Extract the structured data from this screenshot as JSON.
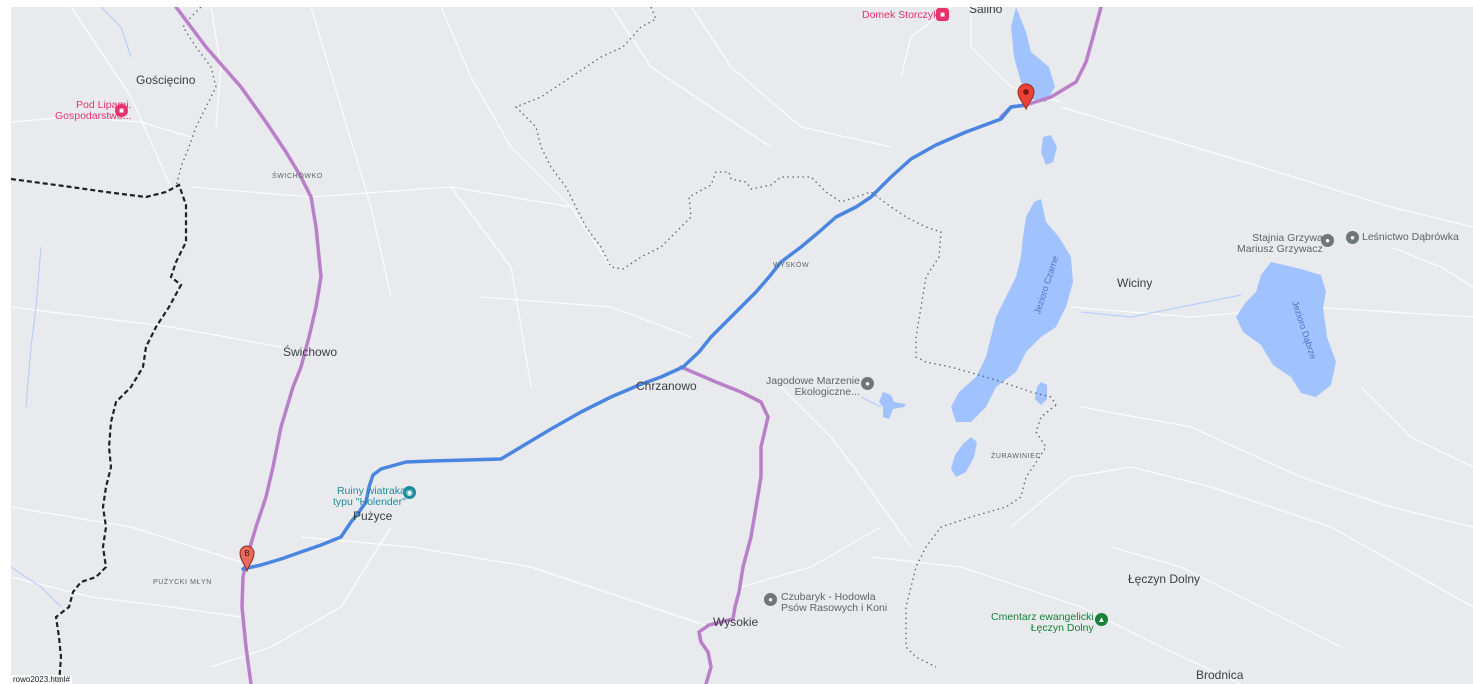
{
  "labels": {
    "goscięcino": "Gościęcino",
    "swichowko": "ŚWICHÓWKO",
    "swichowo": "Świchowo",
    "chrzanowo": "Chrzanowo",
    "puzyce": "Pużyce",
    "puzycki_mlyn": "PUŻYCKI MŁYN",
    "wyskow": "WYSKÓW",
    "salino": "Salino",
    "wiciny": "Wiciny",
    "zurawiniec": "ŻURAWINIEC",
    "leczyn_dolny": "Łęczyn Dolny",
    "wysokie": "Wysokie",
    "brodnica": "Brodnica",
    "jezioro_czarne": "Jezioro Czarne",
    "jezioro_dabrze": "Jezioro Dąbrze"
  },
  "pois": {
    "pod_lipami_1": "Pod Lipami.",
    "pod_lipami_2": "Gospodarstwo...",
    "domek": "Domek Storczyk",
    "stajnia_1": "Stajnia Grzywa",
    "stajnia_2": "Mariusz Grzywacz",
    "lesnictwo": "Leśnictwo Dąbrówka",
    "jagodowe_1": "Jagodowe Marzenie",
    "jagodowe_2": "Ekologiczne...",
    "ruiny_1": "Ruiny wiatraka",
    "ruiny_2": "typu \"Holender\"",
    "czubaryk_1": "Czubaryk - Hodowla",
    "czubaryk_2": "Psów Rasowych i Koni",
    "cmentarz_1": "Cmentarz ewangelicki",
    "cmentarz_2": "Łęczyn Dolny"
  },
  "markers": {
    "b_label": "B"
  },
  "footer": {
    "left": "rowo2023.html#"
  },
  "colors": {
    "background": "#e8eaed",
    "water": "#a0c3ff",
    "route_blue": "#4a86e0",
    "route_purple": "#b97fc9",
    "pin_red": "#ea4335",
    "boundary": "#202124"
  },
  "icons": {
    "destination": "red-pin-icon",
    "waypoint": "b-marker-icon",
    "hotel": "bed-icon",
    "camera": "camera-icon",
    "place": "place-pin-icon",
    "cemetery": "tree-icon"
  }
}
